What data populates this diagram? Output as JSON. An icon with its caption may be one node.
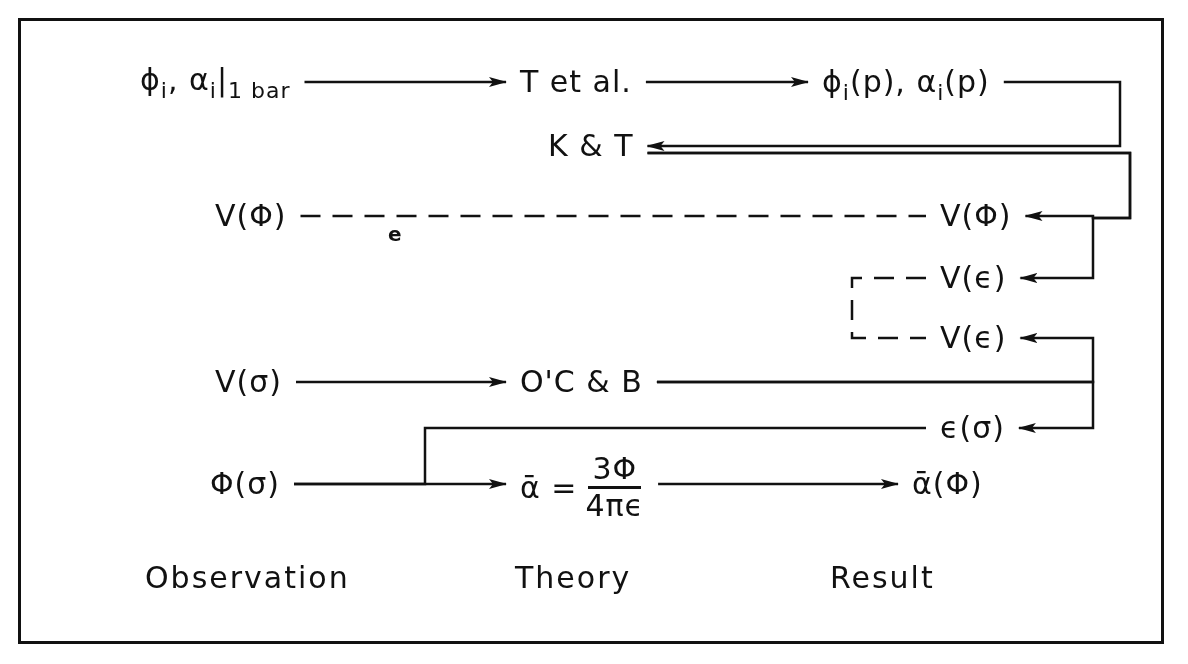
{
  "diagram": {
    "nodes": [
      {
        "text": [
          "ϕ$_{i}$,  α$_{i}$|$_{1 bar}$"
        ]
      },
      {
        "text": [
          "T et al."
        ]
      },
      {
        "text": [
          "ϕ$_{i}$(p),  α$_{i}$(p)"
        ]
      },
      {
        "text": [
          "K & T"
        ]
      },
      {
        "text": [
          "V(Φ)"
        ]
      },
      {
        "text": [
          "V(Φ)"
        ]
      },
      {
        "text": [
          "V(ϵ)"
        ]
      },
      {
        "text": [
          "V(ϵ)"
        ]
      },
      {
        "text": [
          "V(σ)"
        ]
      },
      {
        "text": [
          "O'C & B"
        ]
      },
      {
        "text": [
          "ϵ(σ)"
        ]
      },
      {
        "text": [
          "Φ(σ)"
        ]
      },
      {
        "text": [
          "ᾱ =",
          "3Φ",
          "4πϵ"
        ]
      },
      {
        "text": [
          "ᾱ(Φ)"
        ]
      }
    ],
    "edges": [
      {
        "from": 0,
        "to": 1,
        "arrow": "to"
      },
      {
        "from": 1,
        "to": 2,
        "arrow": "to"
      },
      {
        "from": 2,
        "to": 3,
        "arrow": "to"
      },
      {
        "from": 3,
        "to": 5,
        "arrow": "to"
      },
      {
        "from": 3,
        "to": 6,
        "arrow": "to"
      },
      {
        "from": 4,
        "to": 5,
        "arrow": "none",
        "style": "dashed"
      },
      {
        "from": 6,
        "to": 7,
        "arrow": "none",
        "style": "dashed"
      },
      {
        "from": 8,
        "to": 9,
        "arrow": "to"
      },
      {
        "from": 9,
        "to": 7,
        "arrow": "to"
      },
      {
        "from": 9,
        "to": 10,
        "arrow": "to"
      },
      {
        "from": 11,
        "to": 12,
        "arrow": "to"
      },
      {
        "from": 11,
        "to": 10,
        "arrow": "none"
      },
      {
        "from": 12,
        "to": 13,
        "arrow": "to"
      }
    ],
    "labels": [
      "e",
      "Observation",
      "Theory",
      "Result"
    ]
  }
}
